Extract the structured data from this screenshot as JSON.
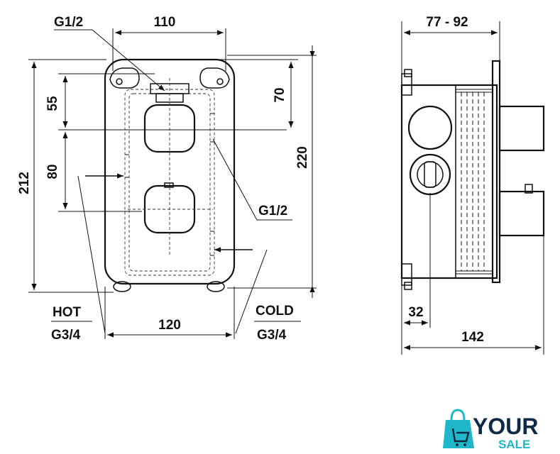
{
  "front_view": {
    "width_top_label": "110",
    "width_bottom_label": "120",
    "height_left_label": "212",
    "height_right_label": "220",
    "spacing_top_label": "55",
    "spacing_mid_label": "80",
    "outlet_offset_label": "70",
    "thread_top_left": "G1/2",
    "thread_right": "G1/2",
    "hot_label": "HOT",
    "hot_thread": "G3/4",
    "cold_label": "COLD",
    "cold_thread": "G3/4"
  },
  "side_view": {
    "depth_range_label": "77 - 92",
    "depth_total_label": "142",
    "flange_label": "32"
  },
  "brand": {
    "logo_top": "YOUR",
    "logo_bottom": "SALE",
    "accent_color": "#1fb8c9",
    "text_color": "#0f2a44"
  }
}
